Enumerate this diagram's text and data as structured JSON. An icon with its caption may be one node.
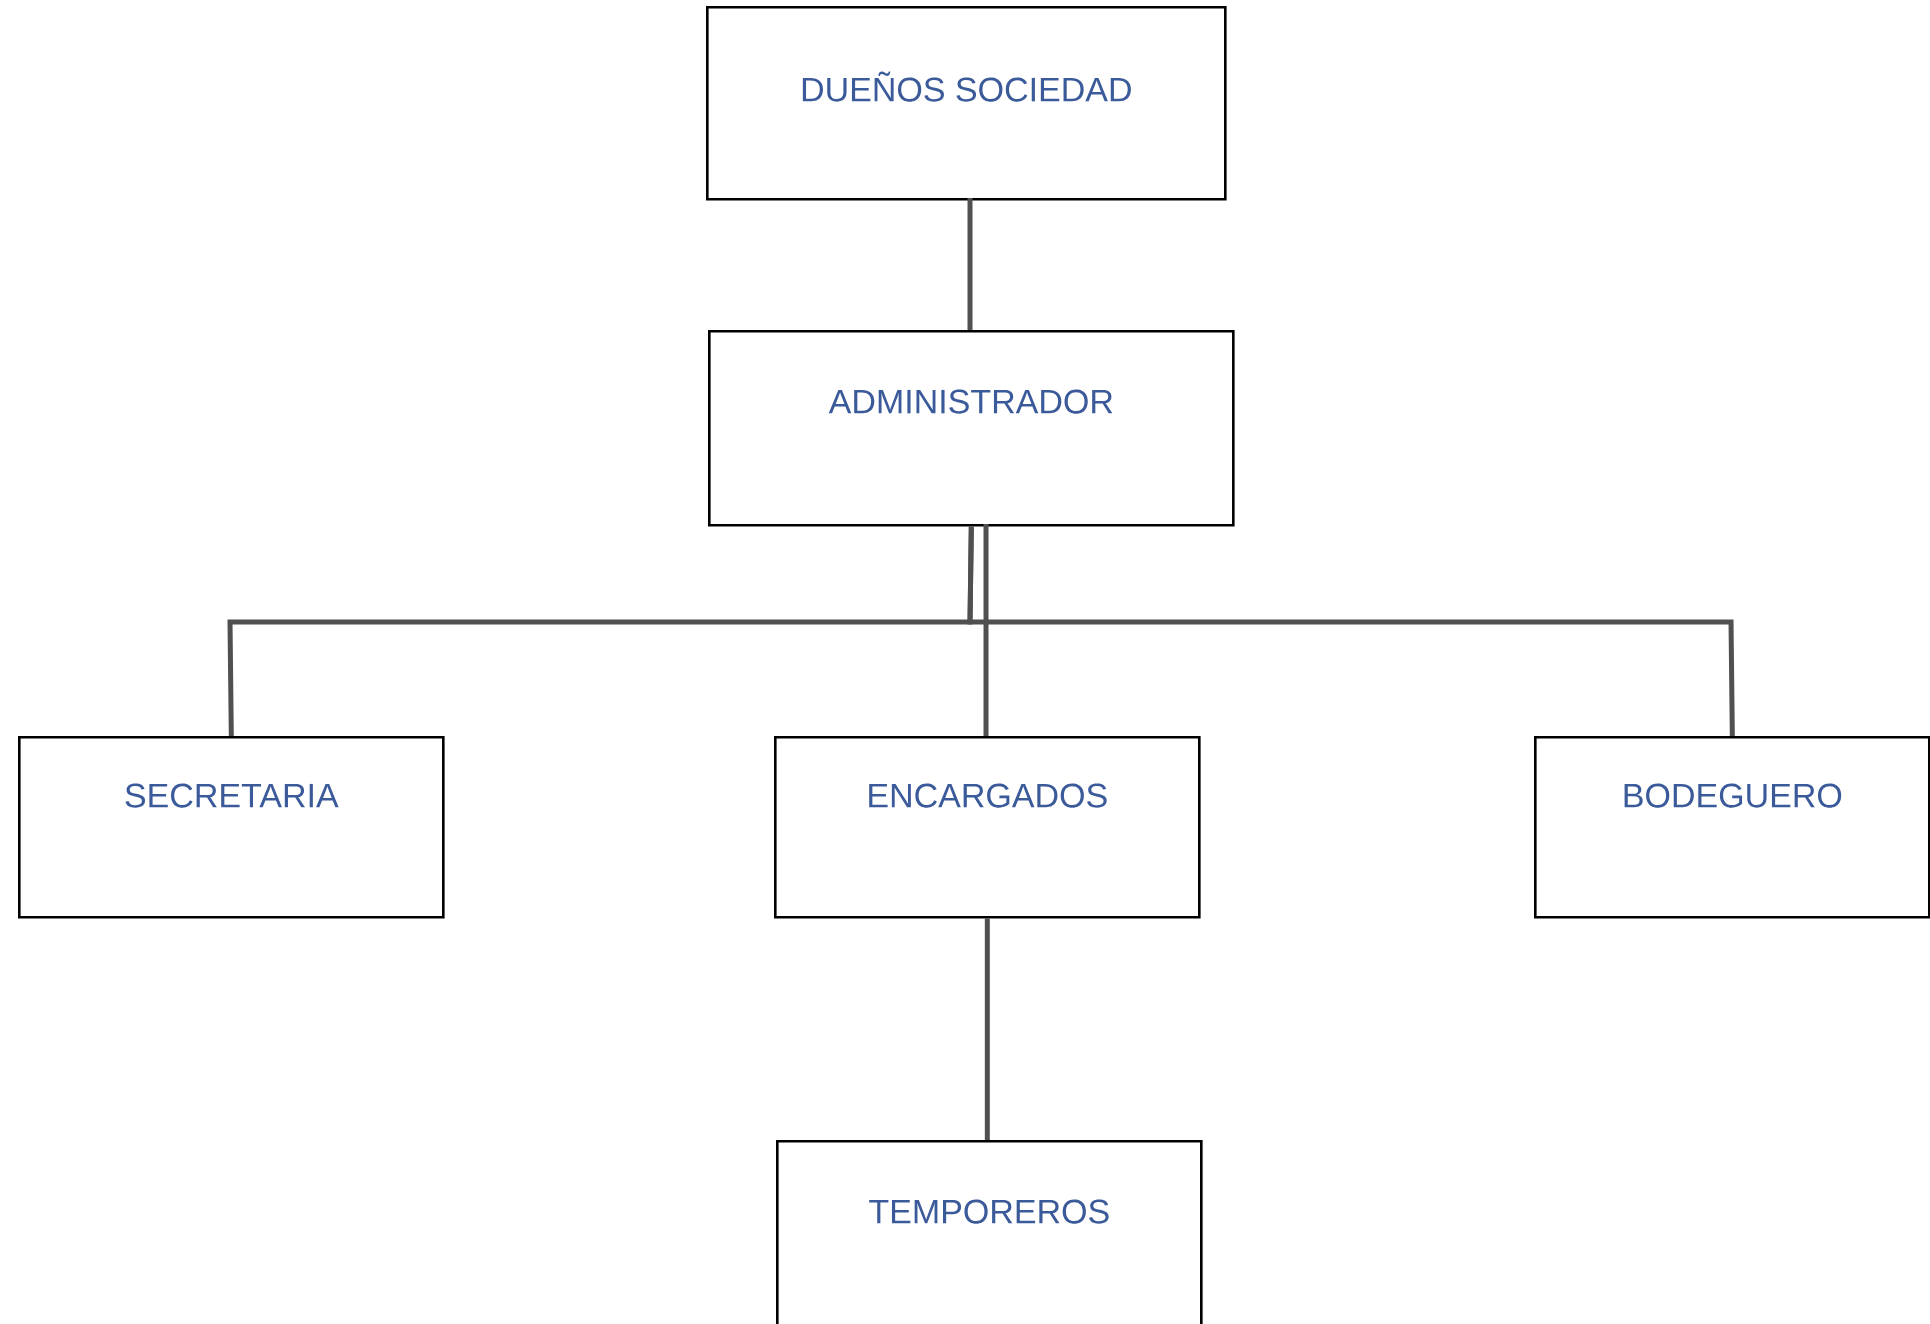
{
  "diagram": {
    "nodes": [
      {
        "text": [
          "DUEÑOS SOCIEDAD"
        ]
      },
      {
        "text": [
          "ADMINISTRADOR"
        ]
      },
      {
        "text": [
          "SECRETARIA"
        ]
      },
      {
        "text": [
          "ENCARGADOS"
        ]
      },
      {
        "text": [
          "BODEGUERO"
        ]
      },
      {
        "text": [
          "TEMPOREROS"
        ]
      }
    ],
    "edges": [
      {
        "from": 0,
        "to": 1,
        "arrow": "none"
      },
      {
        "from": 1,
        "to": 2,
        "arrow": "none"
      },
      {
        "from": 1,
        "to": 3,
        "arrow": "none"
      },
      {
        "from": 1,
        "to": 4,
        "arrow": "none"
      },
      {
        "from": 3,
        "to": 5,
        "arrow": "none"
      }
    ]
  }
}
